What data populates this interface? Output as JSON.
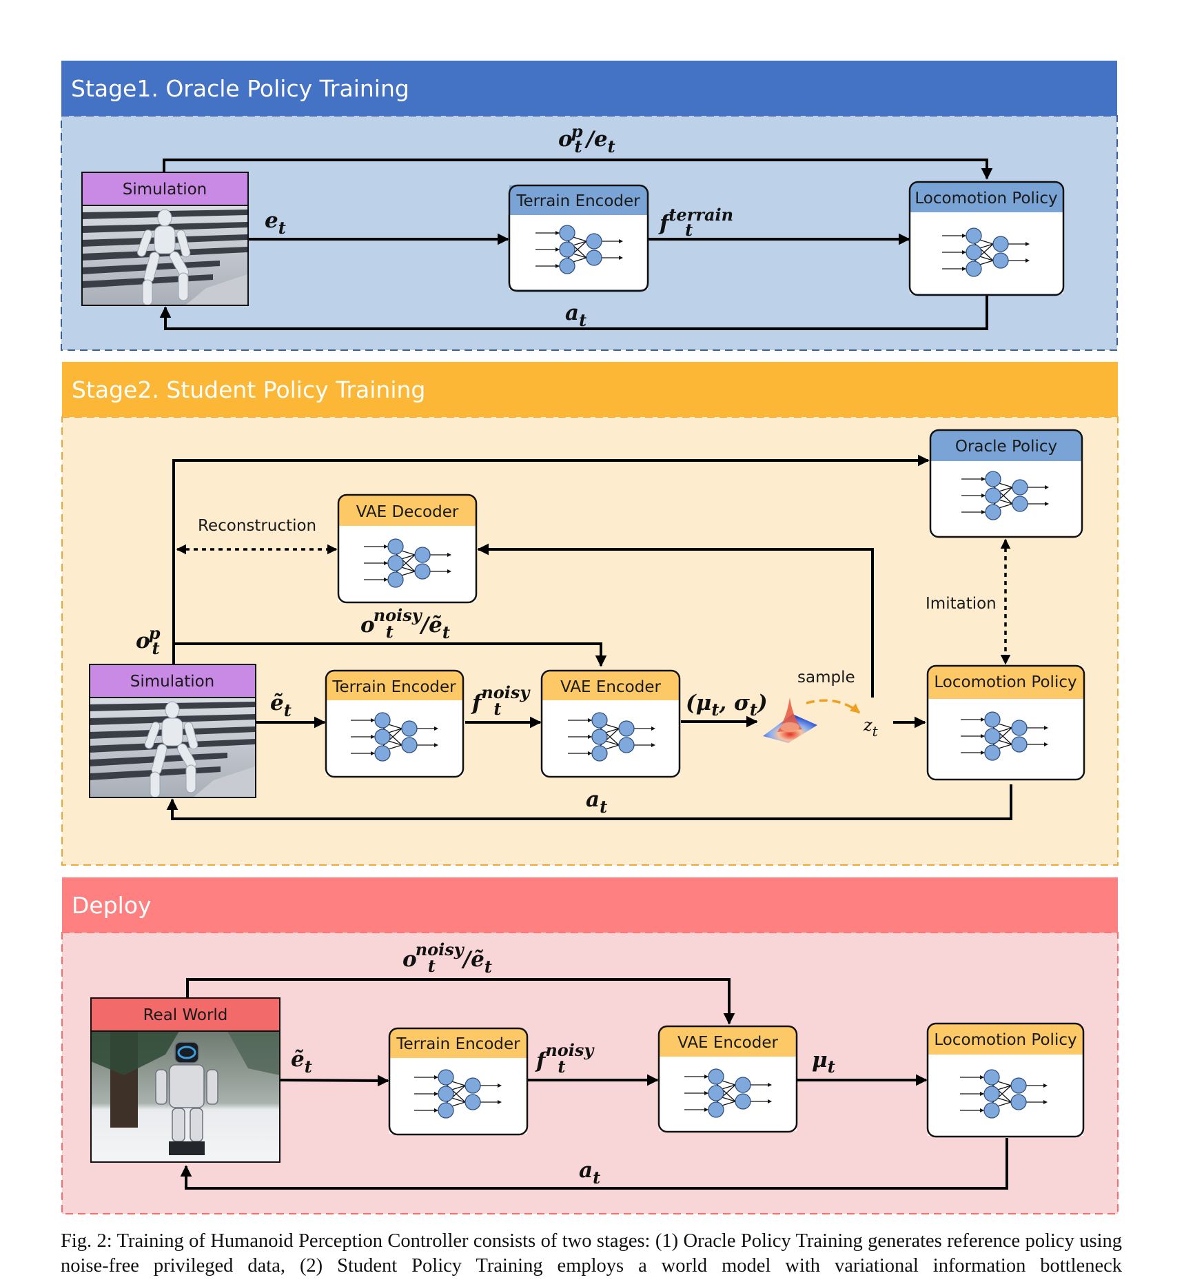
{
  "stage1": {
    "header": "Stage1. Oracle Policy Training",
    "simulation": "Simulation",
    "terrain_encoder": "Terrain Encoder",
    "locomotion_policy": "Locomotion Policy",
    "label_top": "o_t^p / e_t",
    "label_et": "e_t",
    "label_feature": "f_t^terrain",
    "label_action": "a_t"
  },
  "stage2": {
    "header": "Stage2. Student Policy Training",
    "simulation": "Simulation",
    "terrain_encoder": "Terrain Encoder",
    "vae_encoder": "VAE Encoder",
    "vae_decoder": "VAE Decoder",
    "oracle_policy": "Oracle Policy",
    "locomotion_policy": "Locomotion Policy",
    "reconstruction": "Reconstruction",
    "imitation": "Imitation",
    "sample": "sample",
    "label_op": "o_t^p",
    "label_noisy": "o_t^noisy / ẽ_t",
    "label_et": "ẽ_t",
    "label_feature": "f_t^noisy",
    "label_musigma": "(μ_t, σ_t)",
    "label_z": "z_t",
    "label_action": "a_t"
  },
  "deploy": {
    "header": "Deploy",
    "real_world": "Real World",
    "terrain_encoder": "Terrain Encoder",
    "vae_encoder": "VAE Encoder",
    "locomotion_policy": "Locomotion Policy",
    "label_noisy": "o_t^noisy / ẽ_t",
    "label_et": "ẽ_t",
    "label_feature": "f_t^noisy",
    "label_mu": "μ_t",
    "label_action": "a_t"
  },
  "caption": "Fig. 2: Training of Humanoid Perception Controller consists of two stages: (1) Oracle Policy Training generates reference policy using noise-free privileged data, (2) Student Policy Training employs a world model with variational information bottleneck",
  "colors": {
    "stage1_header": "#4472c4",
    "stage1_bg": "#bdd1e8",
    "stage2_header": "#fbb735",
    "stage2_bg": "#fdecce",
    "deploy_header": "#ff8080",
    "deploy_bg": "#f8d5d6",
    "simulation_header": "#c98ae6",
    "real_world_header": "#f26a6a",
    "blue_block_header": "#7ba4d6",
    "orange_block_header": "#fdc866",
    "node_fill": "#7fa8dd"
  },
  "icons": [
    "neural-network-icon",
    "gaussian-distribution-icon",
    "robot-on-stairs-image",
    "robot-in-snow-image"
  ]
}
